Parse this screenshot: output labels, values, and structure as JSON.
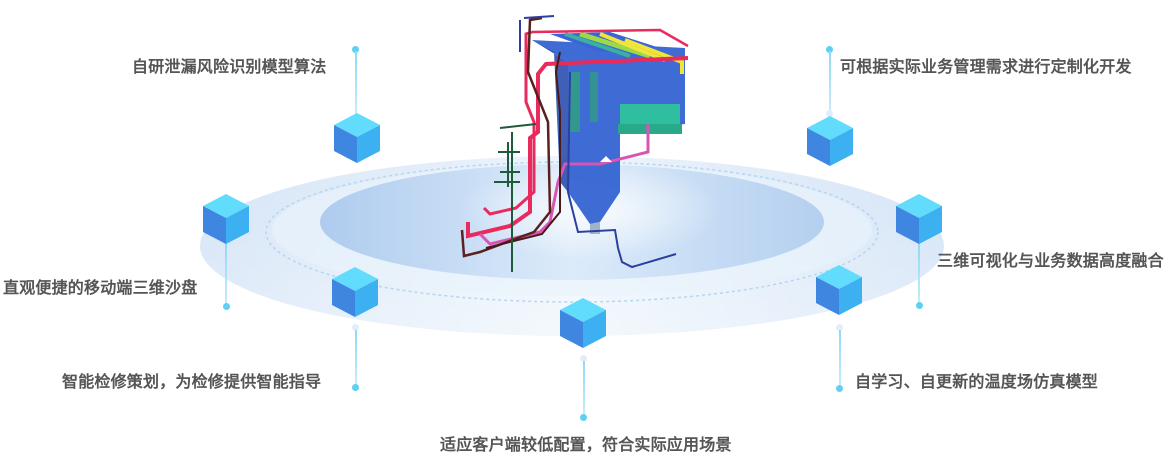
{
  "diagram": {
    "title": "",
    "center_image": "boiler-3d-piping-model",
    "colors": {
      "label_text": "#555555",
      "connector_line": "#8fd9f5",
      "connector_dot": "#5fcff2",
      "cube_top": "#5fdcfb",
      "cube_left": "#3f86e0",
      "cube_right": "#3cb2f2",
      "ring_outer": "#dbe8f7",
      "ring_inner": "#b9d3f0"
    },
    "features": [
      {
        "id": "leak-detection",
        "label": "自研泄漏风险识别模型算法"
      },
      {
        "id": "custom-dev",
        "label": "可根据实际业务管理需求进行定制化开发"
      },
      {
        "id": "mobile-sandbox",
        "label": "直观便捷的移动端三维沙盘"
      },
      {
        "id": "data-fusion",
        "label": "三维可视化与业务数据高度融合"
      },
      {
        "id": "maintenance-planning",
        "label": "智能检修策划，为检修提供智能指导"
      },
      {
        "id": "temperature-model",
        "label": "自学习、自更新的温度场仿真模型"
      },
      {
        "id": "low-config",
        "label": "适应客户端较低配置，符合实际应用场景"
      }
    ]
  }
}
